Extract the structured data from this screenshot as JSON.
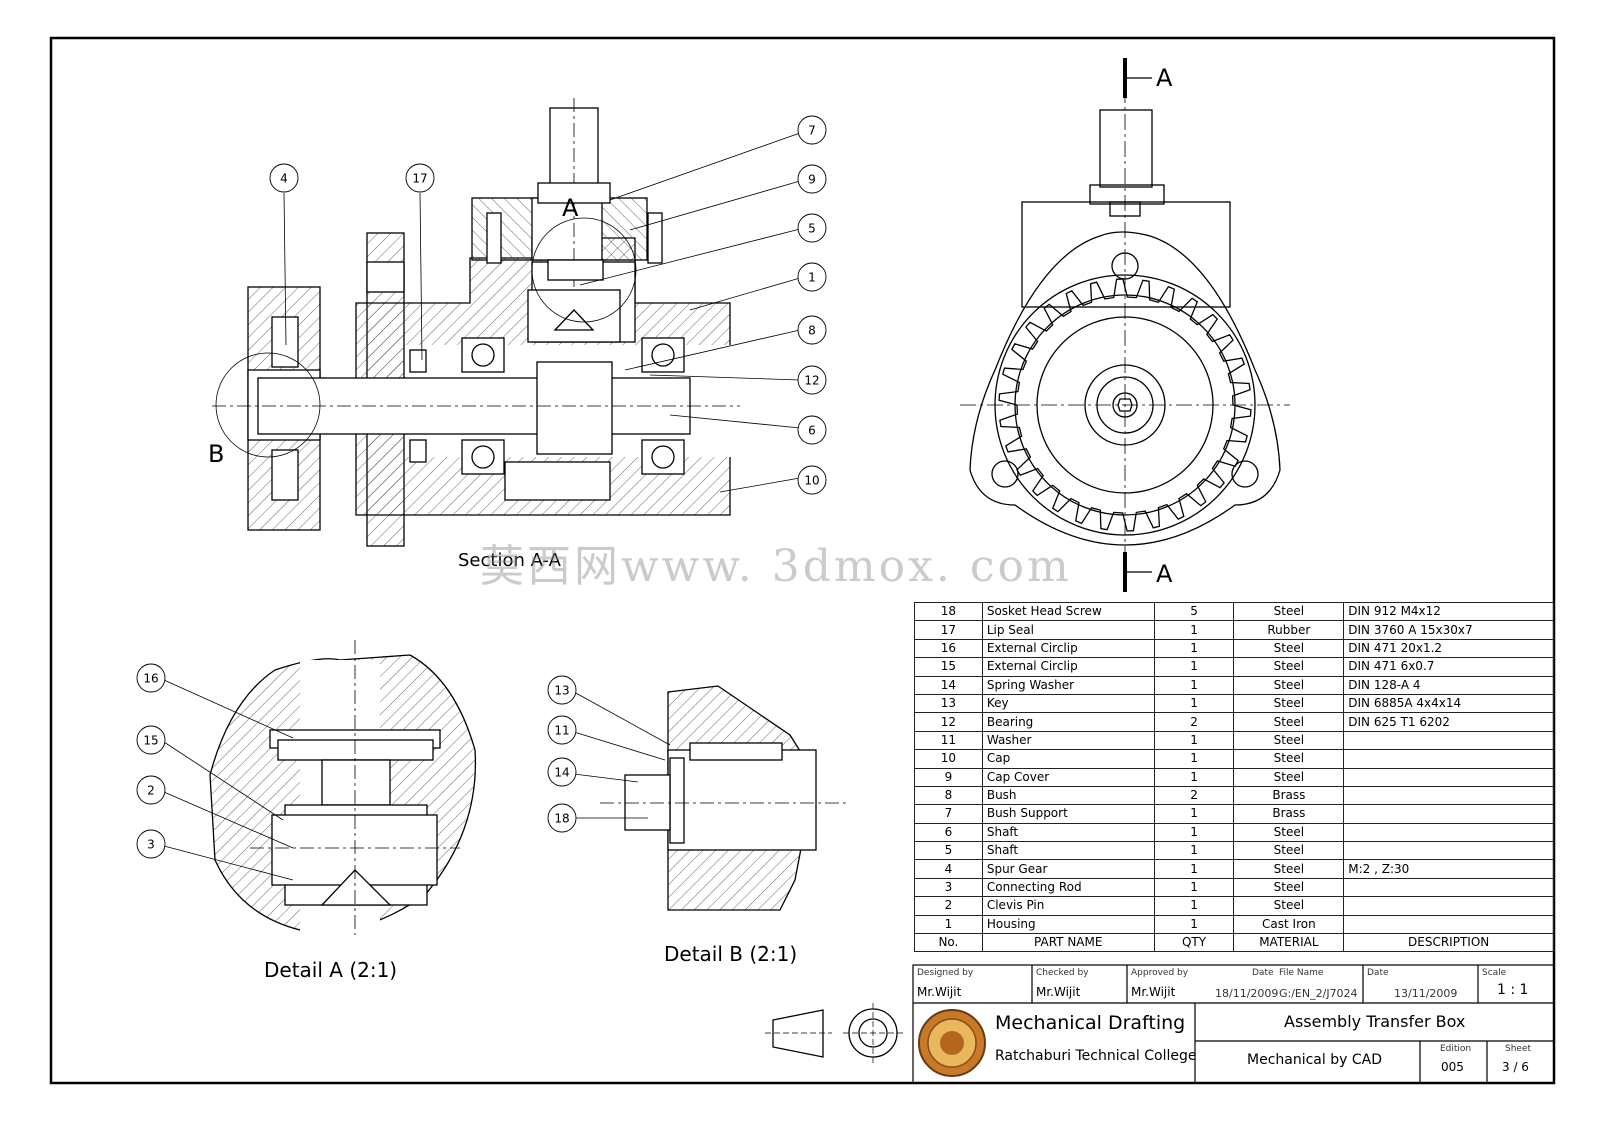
{
  "views": {
    "section_label": "Section A-A",
    "detail_a_label": "Detail A (2:1)",
    "detail_b_label": "Detail B (2:1)",
    "cut_letter_a": "A",
    "cut_letter_b": "B"
  },
  "balloons": {
    "section": [
      "4",
      "17",
      "7",
      "9",
      "5",
      "1",
      "8",
      "12",
      "6",
      "10"
    ],
    "detail_a": [
      "16",
      "15",
      "2",
      "3"
    ],
    "detail_b": [
      "13",
      "11",
      "14",
      "18"
    ]
  },
  "watermark": "莫西网www. 3dmox. com",
  "bom": {
    "headers": [
      "No.",
      "PART NAME",
      "QTY",
      "MATERIAL",
      "DESCRIPTION"
    ],
    "rows": [
      [
        "18",
        "Sosket Head Screw",
        "5",
        "Steel",
        "DIN 912 M4x12"
      ],
      [
        "17",
        "Lip Seal",
        "1",
        "Rubber",
        "DIN 3760 A 15x30x7"
      ],
      [
        "16",
        "External Circlip",
        "1",
        "Steel",
        "DIN 471 20x1.2"
      ],
      [
        "15",
        "External Circlip",
        "1",
        "Steel",
        "DIN 471 6x0.7"
      ],
      [
        "14",
        "Spring Washer",
        "1",
        "Steel",
        "DIN 128-A 4"
      ],
      [
        "13",
        "Key",
        "1",
        "Steel",
        "DIN 6885A 4x4x14"
      ],
      [
        "12",
        "Bearing",
        "2",
        "Steel",
        "DIN 625 T1 6202"
      ],
      [
        "11",
        "Washer",
        "1",
        "Steel",
        ""
      ],
      [
        "10",
        "Cap",
        "1",
        "Steel",
        ""
      ],
      [
        "9",
        "Cap Cover",
        "1",
        "Steel",
        ""
      ],
      [
        "8",
        "Bush",
        "2",
        "Brass",
        ""
      ],
      [
        "7",
        "Bush Support",
        "1",
        "Brass",
        ""
      ],
      [
        "6",
        "Shaft",
        "1",
        "Steel",
        ""
      ],
      [
        "5",
        "Shaft",
        "1",
        "Steel",
        ""
      ],
      [
        "4",
        "Spur Gear",
        "1",
        "Steel",
        "M:2  ,  Z:30"
      ],
      [
        "3",
        "Connecting Rod",
        "1",
        "Steel",
        ""
      ],
      [
        "2",
        "Clevis Pin",
        "1",
        "Steel",
        ""
      ],
      [
        "1",
        "Housing",
        "1",
        "Cast Iron",
        ""
      ]
    ]
  },
  "title_block": {
    "designed_by_label": "Designed by",
    "designed_by": "Mr.Wijit",
    "checked_by_label": "Checked by",
    "checked_by": "Mr.Wijit",
    "approved_by_label": "Approved by",
    "approved_by": "Mr.Wijit",
    "date_label": "Date",
    "date_approved": "18/11/2009",
    "file_name_label": "File Name",
    "file_name": "G:/EN_2/J7024",
    "date2_label": "Date",
    "date2": "13/11/2009",
    "scale_label": "Scale",
    "scale": "1 : 1",
    "course": "Mechanical Drafting",
    "college": "Ratchaburi Technical College",
    "title": "Assembly Transfer Box",
    "subtitle": "Mechanical by CAD",
    "edition_label": "Edition",
    "edition": "005",
    "sheet_label": "Sheet",
    "sheet": "3 / 6"
  }
}
